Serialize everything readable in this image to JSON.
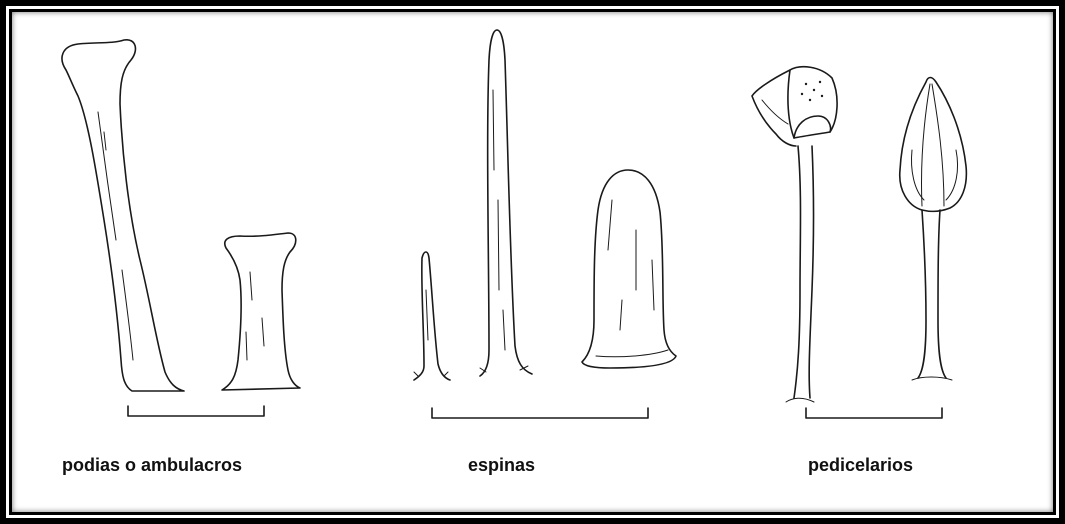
{
  "groups": [
    {
      "id": "podias",
      "label": "podias o ambulacros"
    },
    {
      "id": "espinas",
      "label": "espinas"
    },
    {
      "id": "pedicelarios",
      "label": "pedicelarios"
    }
  ]
}
